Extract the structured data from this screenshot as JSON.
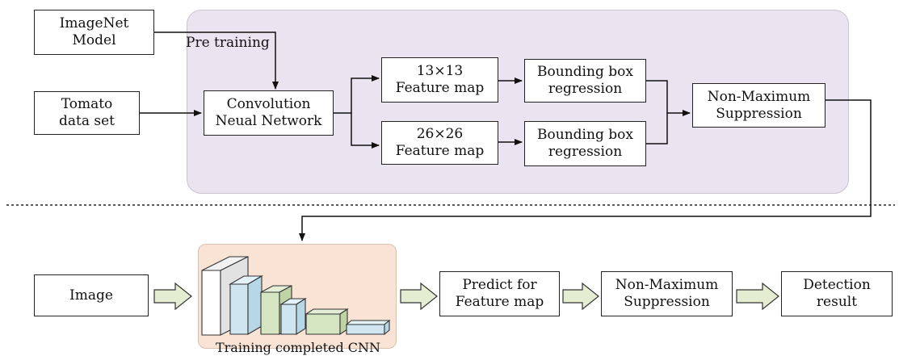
{
  "training_phase": {
    "imagenet_box": "ImageNet\nModel",
    "pretraining_label": "Pre training",
    "dataset_box": "Tomato\ndata set",
    "cnn_box": "Convolution\nNeual Network",
    "feature_13_box": "13×13\nFeature map",
    "feature_26_box": "26×26\nFeature map",
    "bbox_regression_top": "Bounding box\nregression",
    "bbox_regression_bottom": "Bounding box\nregression",
    "nms_box": "Non-Maximum\nSuppression"
  },
  "detection_phase": {
    "image_box": "Image",
    "trained_cnn_caption": "Training completed CNN",
    "predict_box": "Predict for\nFeature map",
    "nms_box": "Non-Maximum\nSuppression",
    "result_box": "Detection\nresult"
  },
  "colors": {
    "training_panel": "#e9e4ef",
    "cnn_panel": "#f8e3d5",
    "block_white": "#ffffff",
    "block_blue": "#cfe6f1",
    "block_green": "#d5e4c1",
    "hollow_arrow": "#e4ecd2"
  }
}
